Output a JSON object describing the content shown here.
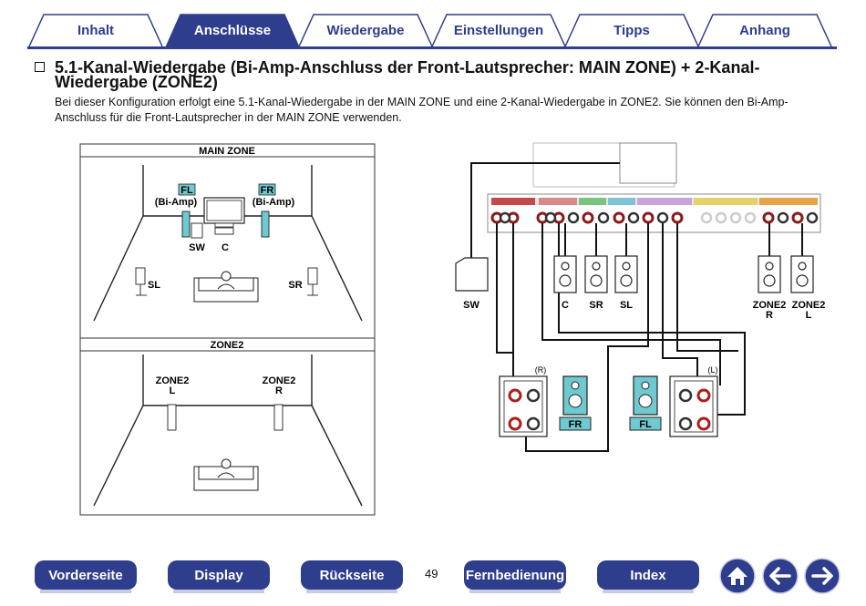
{
  "tabs": [
    {
      "label": "Inhalt",
      "active": false
    },
    {
      "label": "Anschlüsse",
      "active": true
    },
    {
      "label": "Wiedergabe",
      "active": false
    },
    {
      "label": "Einstellungen",
      "active": false
    },
    {
      "label": "Tipps",
      "active": false
    },
    {
      "label": "Anhang",
      "active": false
    }
  ],
  "heading": {
    "title": "5.1-Kanal-Wiedergabe (Bi-Amp-Anschluss der Front-Lautsprecher: MAIN ZONE) + 2-Kanal-Wiedergabe (ZONE2)"
  },
  "intro": "Bei dieser Konfiguration erfolgt eine 5.1-Kanal-Wiedergabe in der MAIN ZONE und eine 2-Kanal-Wiedergabe in ZONE2. Sie können den Bi-Amp-Anschluss für die Front-Lautsprecher in der MAIN ZONE verwenden.",
  "diagram": {
    "main_zone_title": "MAIN ZONE",
    "zone2_title": "ZONE2",
    "fl": "FL",
    "fr": "FR",
    "bi_amp": "(Bi-Amp)",
    "sw": "SW",
    "c": "C",
    "sl": "SL",
    "sr": "SR",
    "zone2": "ZONE2",
    "l": "L",
    "r": "R",
    "r_paren": "(R)",
    "l_paren": "(L)"
  },
  "nav": {
    "prev": "Vorderseite",
    "display": "Display",
    "back": "Rückseite",
    "page": "49",
    "remote": "Fernbedienung",
    "index": "Index"
  },
  "icons": [
    "home-icon",
    "arrow-left-icon",
    "arrow-right-icon"
  ],
  "colors": {
    "brand": "#2e3d8c",
    "tab_active": "#2e3d8c",
    "speaker_teal": "#6ec9d0",
    "nav_button": "#2e3d8c"
  }
}
